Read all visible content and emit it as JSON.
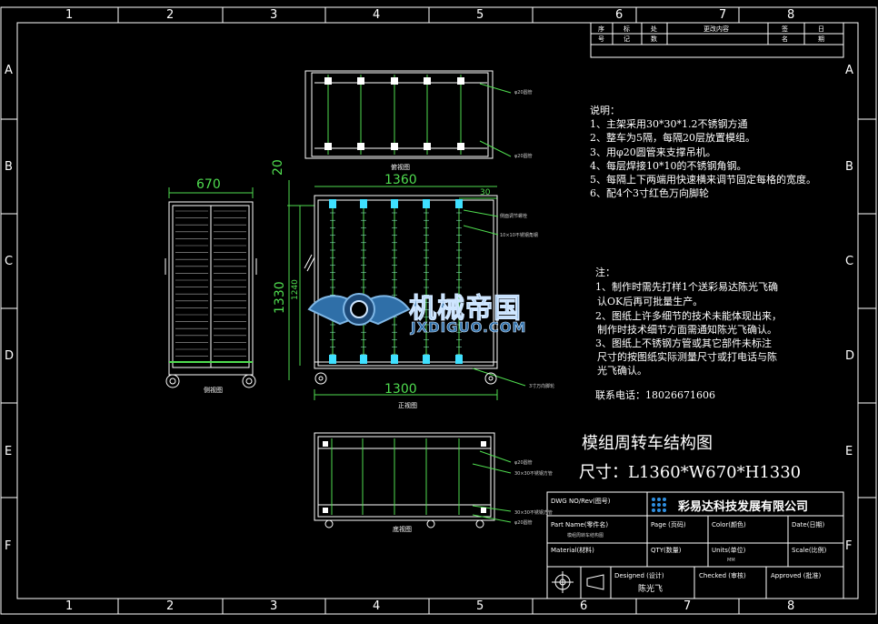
{
  "frame": {
    "columns": [
      "1",
      "2",
      "3",
      "4",
      "5",
      "6",
      "7",
      "8"
    ],
    "rows": [
      "A",
      "B",
      "C",
      "D",
      "E",
      "F"
    ]
  },
  "revision_table": {
    "row1": [
      "序",
      "标",
      "处",
      "更改内容",
      "签",
      "日"
    ],
    "row2": [
      "号",
      "记",
      "数",
      "",
      "名",
      "期"
    ]
  },
  "views": {
    "top_label": "俯视图",
    "side_label": "侧视图",
    "front_label": "正视图",
    "bottom_label": "底视图"
  },
  "dimensions": {
    "width_670": "670",
    "top_20": "20",
    "width_1360": "1360",
    "inner_30": "30",
    "height_1330": "1330",
    "height_1240": "1240",
    "bottom_1300": "1300"
  },
  "callouts": {
    "top_a": "φ20圆管",
    "top_b": "φ20圆管",
    "front_a": "侧面调节螺栓",
    "front_b": "10×10不锈钢角钢",
    "front_c": "3寸万向脚轮",
    "bottom_a": "φ20圆管",
    "bottom_b": "30×30不锈钢方管",
    "bottom_c": "30×30不锈钢方管",
    "bottom_d": "φ20圆管"
  },
  "spec": {
    "title": "说明：",
    "lines": [
      "1、主架采用30*30*1.2不锈钢方通",
      "2、整车为5隔，每隔20层放置模组。",
      "3、用φ20圆管来支撑吊机。",
      "4、每层焊接10*10的不锈钢角钢。",
      "5、每隔上下两端用快速横来调节固定每格的宽度。",
      "6、配4个3寸红色万向脚轮"
    ]
  },
  "notes": {
    "title": "注：",
    "lines": [
      "1、制作时需先打样1个送彩易达陈光飞确",
      "认OK后再可批量生产。",
      "2、图纸上许多细节的技术未能体现出来，",
      "制作时技术细节方面需通知陈光飞确认。",
      "3、图纸上不锈钢方管或其它部件未标注",
      "尺寸的按图纸实际测量尺寸或打电话与陈",
      "光飞确认。"
    ],
    "contact": "联系电话：18026671606"
  },
  "drawing_title": "模组周转车结构图",
  "drawing_size": "尺寸：L1360*W670*H1330",
  "watermark": {
    "name": "机械帝国",
    "url": "JXDIGUO.COM"
  },
  "title_block": {
    "company": "彩易达科技发展有限公司",
    "dwg_no": "DWG NO/Rev(图号)",
    "part_name_label": "Part Name(零件名)",
    "part_name_value": "模组周转车结构图",
    "page_label": "Page (页码)",
    "color_label": "Color(颜色)",
    "date_label": "Date(日期)",
    "material_label": "Material(材料)",
    "qty_label": "QTY(数量)",
    "units_label": "Units(单位)",
    "units_value": "MM",
    "scale_label": "Scale(比例)",
    "designed_label": "Designed (设计)",
    "designer": "陈光飞",
    "checked_label": "Checked (审核)",
    "approved_label": "Approved (批准)"
  },
  "colors": {
    "frame": "#ffffff",
    "accent": "#4fdc4f",
    "cyan": "#3fe0ff",
    "logo_blue": "#2f6fa8"
  }
}
